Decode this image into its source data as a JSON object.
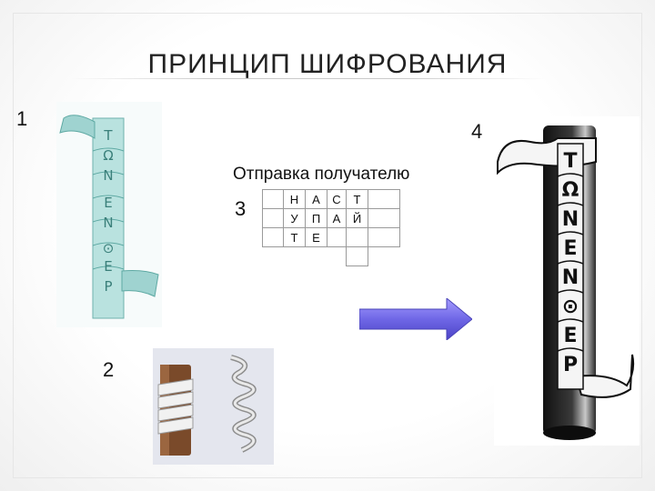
{
  "slide": {
    "title": "ПРИНЦИП ШИФРОВАНИЯ",
    "step_numbers": [
      "1",
      "2",
      "3",
      "4"
    ],
    "caption": "Отправка получателю"
  },
  "scytale_letters": [
    "Т",
    "Ω",
    "N",
    "Е",
    "N",
    "⊙",
    "Е",
    "Р"
  ],
  "grid": {
    "rows": [
      [
        "Н",
        "А",
        "С",
        "Т"
      ],
      [
        "У",
        "П",
        "А",
        "Й"
      ],
      [
        "Т",
        "Е",
        "",
        ""
      ]
    ]
  },
  "colors": {
    "ribbon_teal": "#9fd3d0",
    "arrow_blue": "#6f67e6",
    "cylinder_black": "#1a1a1a"
  }
}
